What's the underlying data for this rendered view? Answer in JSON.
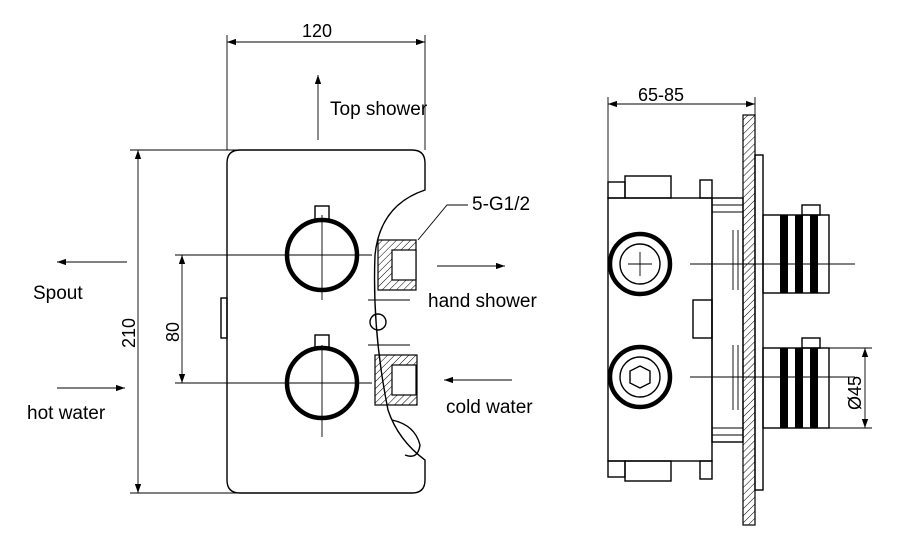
{
  "front_view": {
    "dim_width": "120",
    "dim_height": "210",
    "dim_spacing": "80",
    "thread_label": "5-G1/2",
    "outlet_top": "Top shower",
    "outlet_spout": "Spout",
    "outlet_hand": "hand shower",
    "inlet_hot": "hot water",
    "inlet_cold": "cold water"
  },
  "side_view": {
    "dim_depth": "65-85",
    "dim_diameter": "Ø45"
  }
}
